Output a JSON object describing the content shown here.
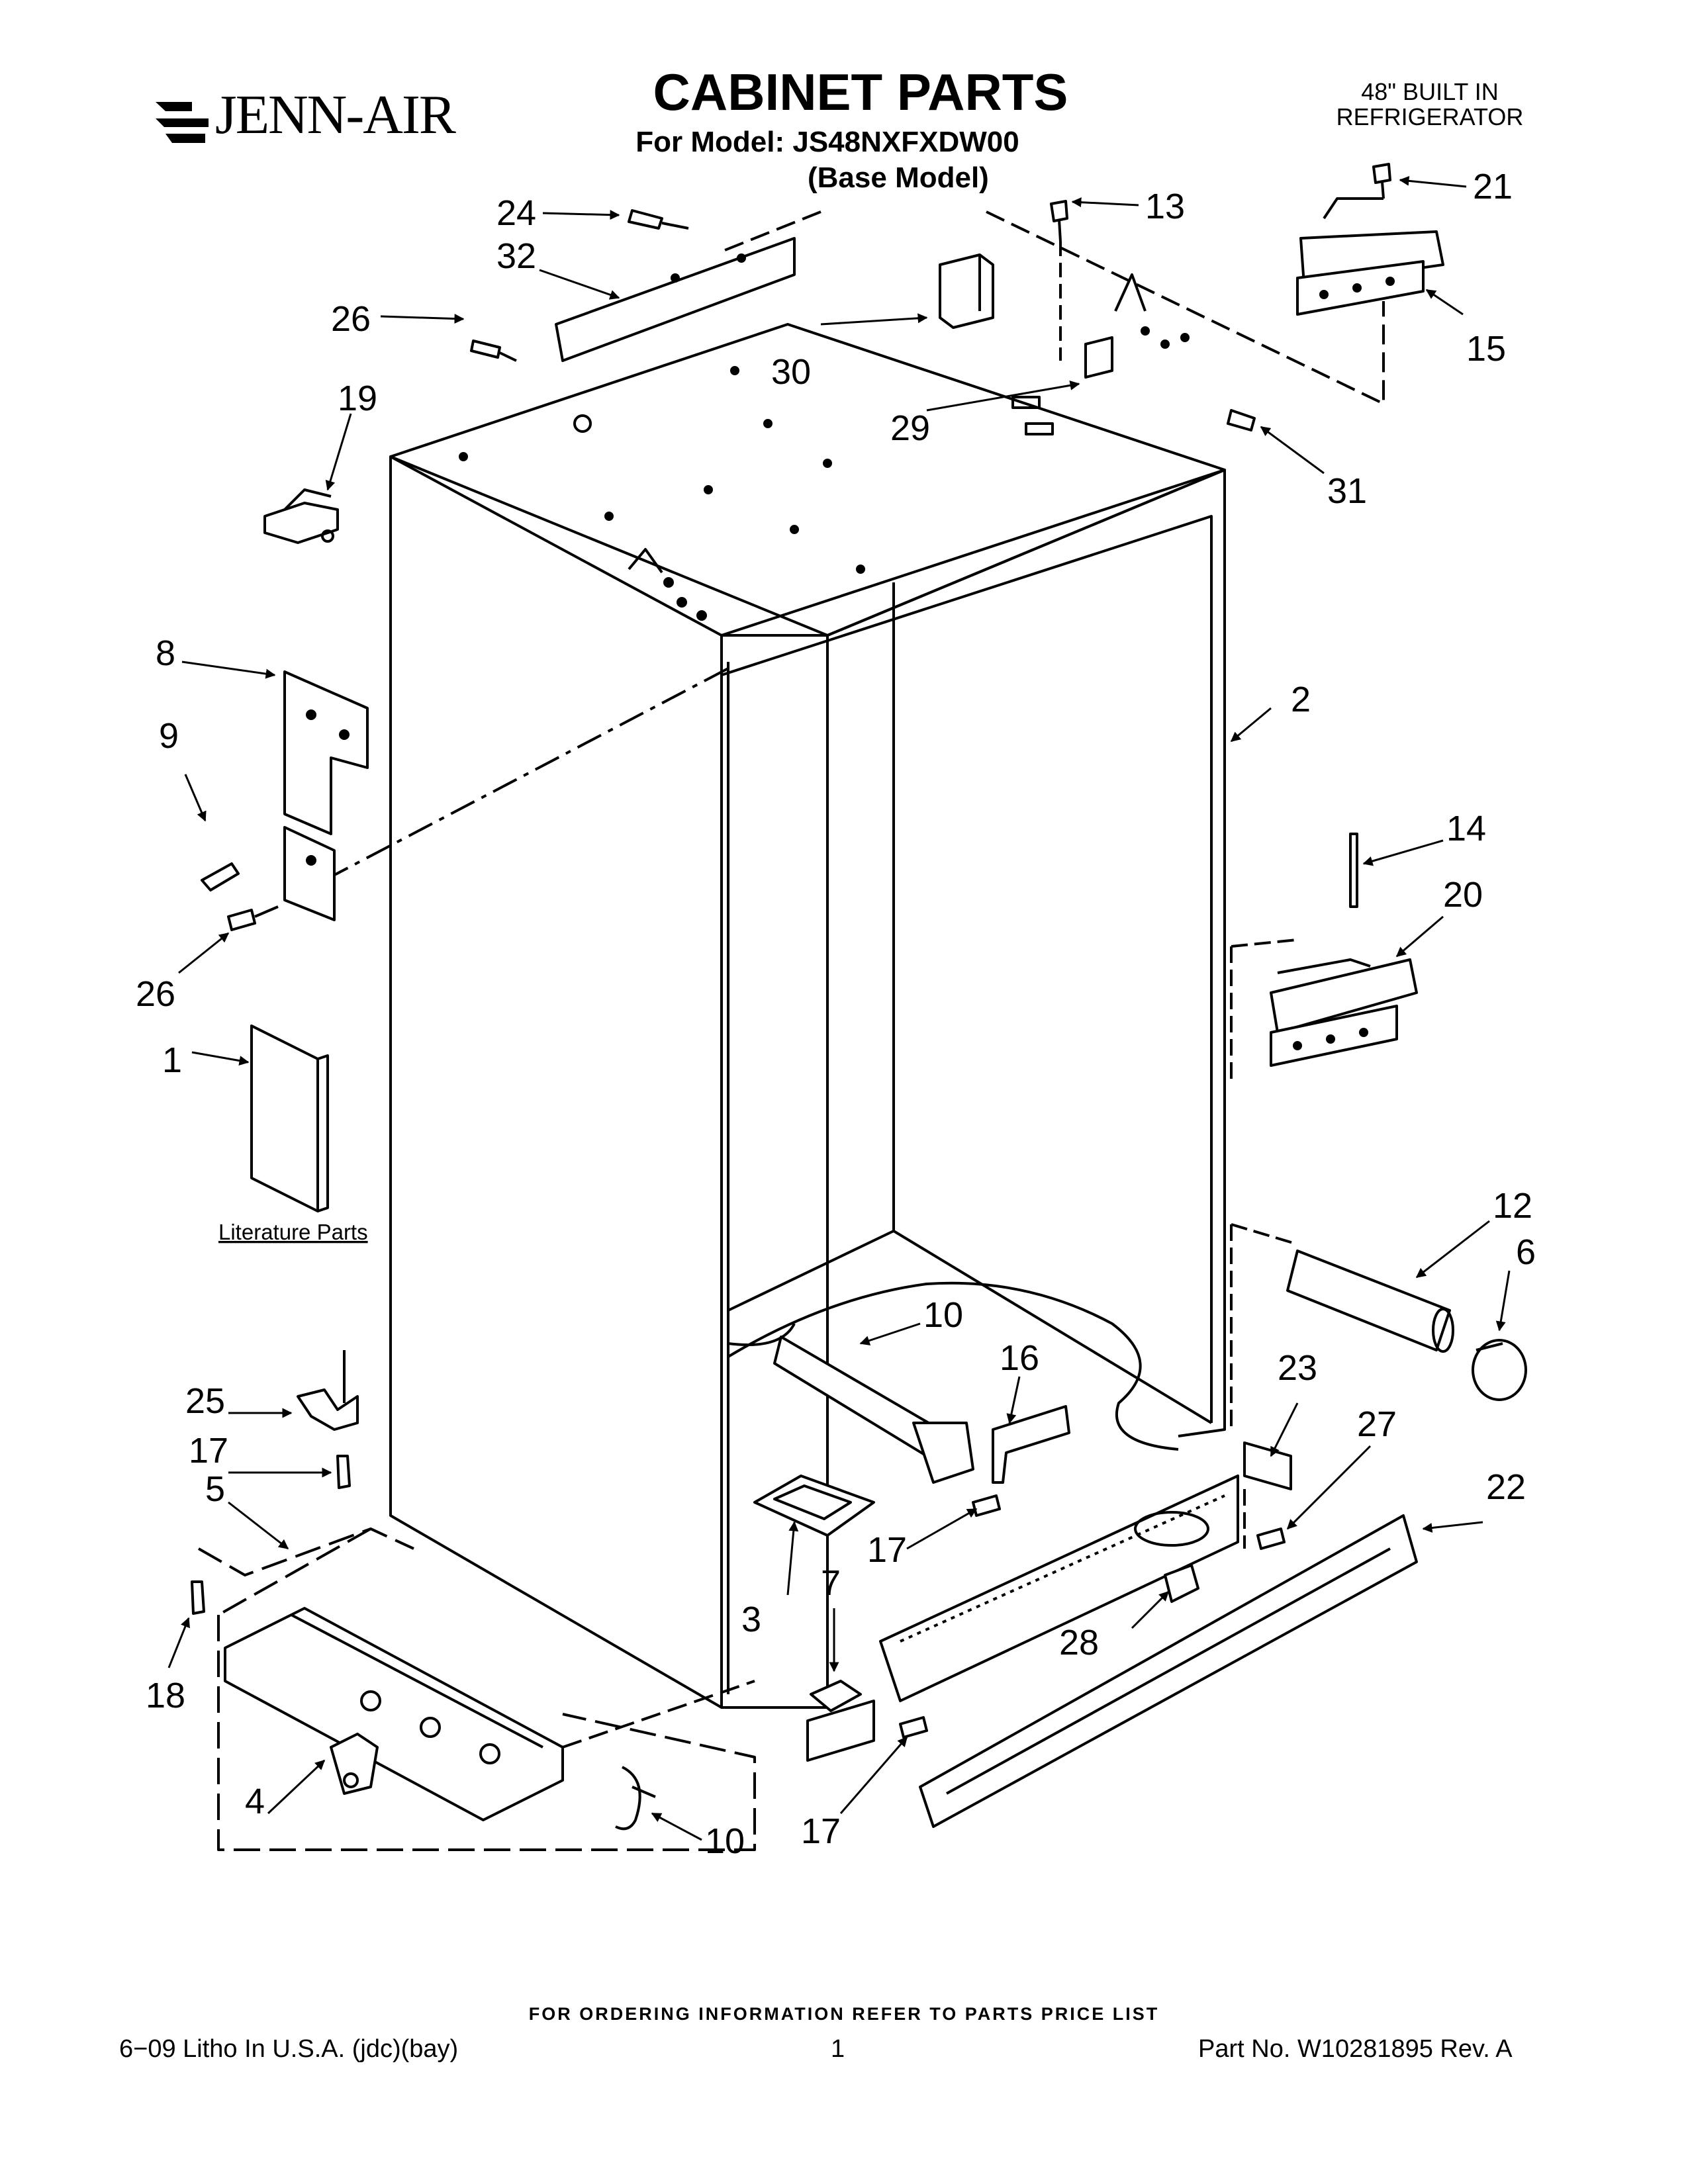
{
  "brand": {
    "name": "JENN-AIR"
  },
  "header": {
    "title": "CABINET PARTS",
    "model_line": "For Model: JS48NXFXDW00",
    "base_model": "(Base Model)",
    "subtitle_line1": "48\" BUILT IN",
    "subtitle_line2": "REFRIGERATOR"
  },
  "callouts": {
    "c1": "1",
    "c2": "2",
    "c3": "3",
    "c4": "4",
    "c5": "5",
    "c6": "6",
    "c7": "7",
    "c8": "8",
    "c9": "9",
    "c10_top": "10",
    "c10_bottom": "10",
    "c12": "12",
    "c13": "13",
    "c14": "14",
    "c15": "15",
    "c16": "16",
    "c17_left": "17",
    "c17_mid": "17",
    "c17_bottom": "17",
    "c18": "18",
    "c19": "19",
    "c20": "20",
    "c21": "21",
    "c22": "22",
    "c23": "23",
    "c24": "24",
    "c25": "25",
    "c26_top": "26",
    "c26_left": "26",
    "c27": "27",
    "c28": "28",
    "c29": "29",
    "c30": "30",
    "c31": "31",
    "c32": "32"
  },
  "literature_label": "Literature Parts",
  "footer": {
    "ordering_note": "FOR ORDERING INFORMATION REFER TO PARTS PRICE LIST",
    "litho": "6−09 Litho In U.S.A. (jdc)(bay)",
    "page_number": "1",
    "part_number": "Part No. W10281895 Rev. A"
  }
}
